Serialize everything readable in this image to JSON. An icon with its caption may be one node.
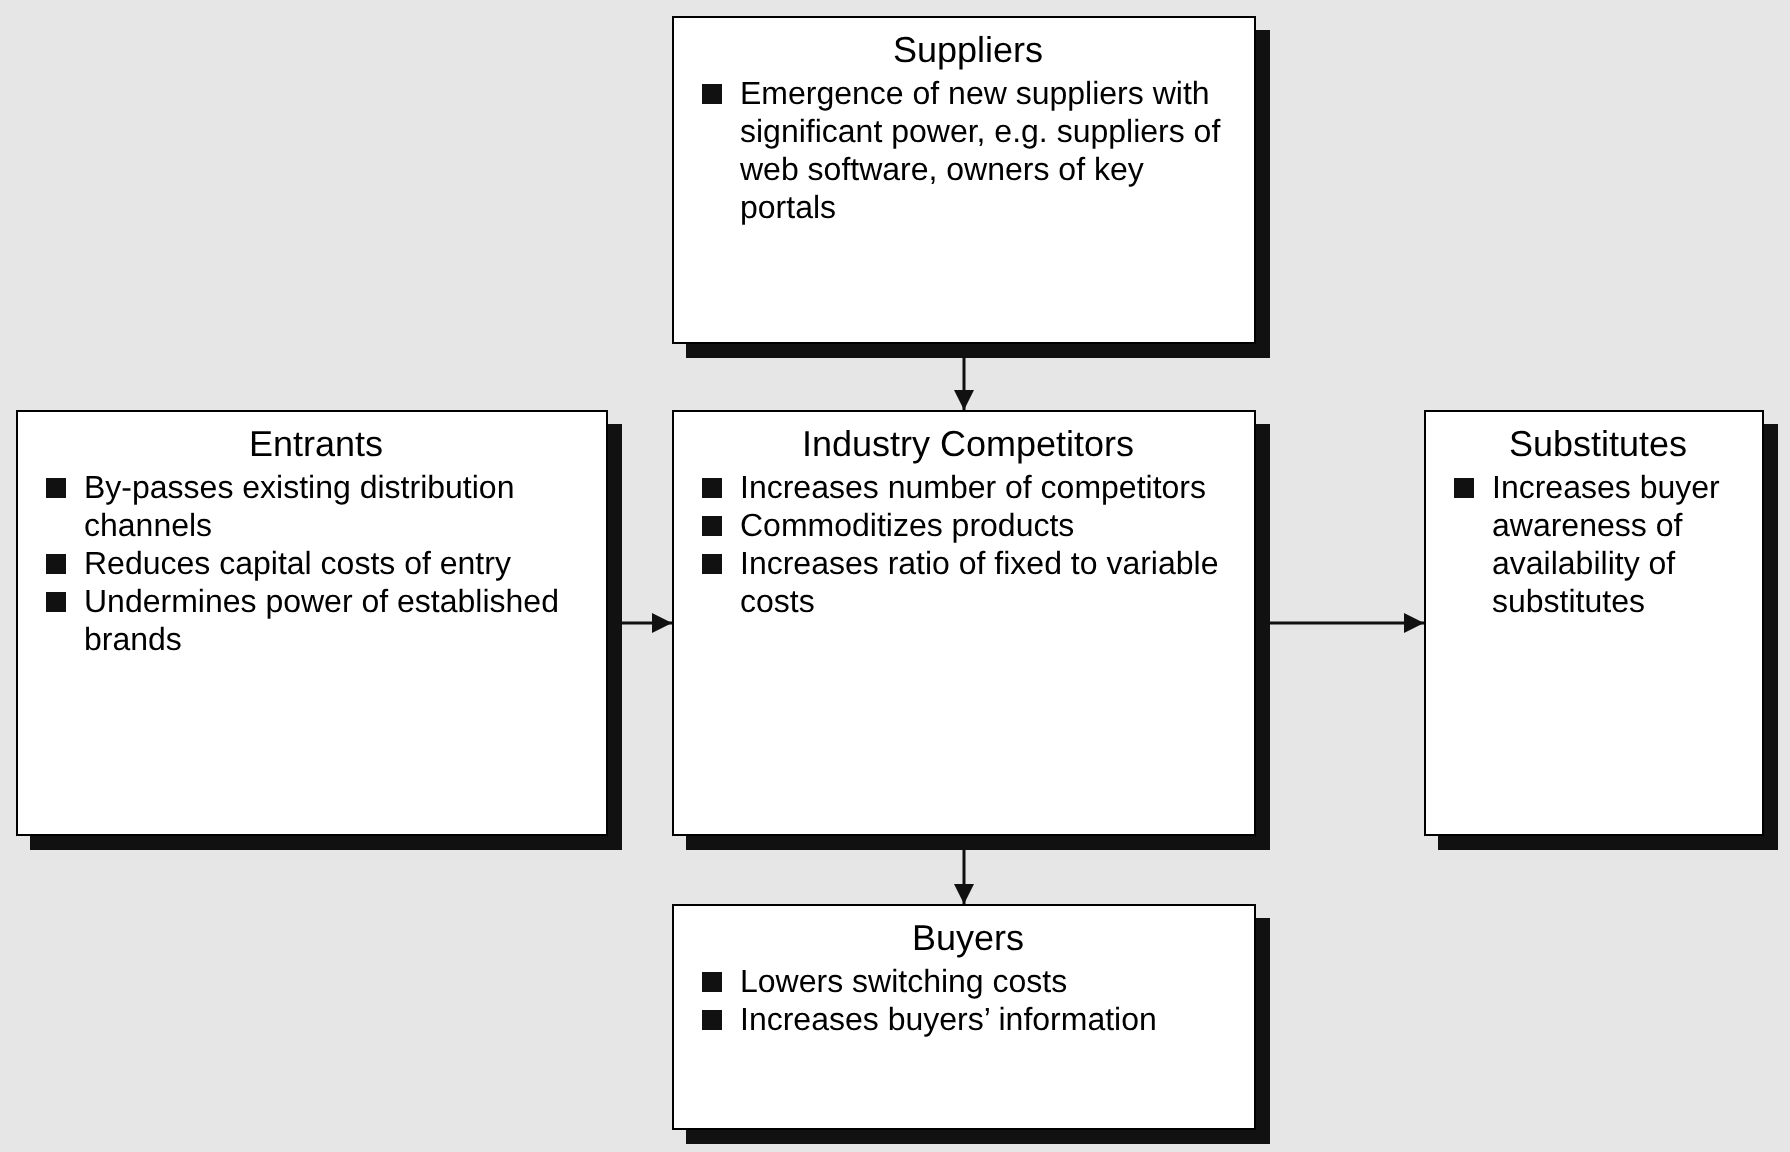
{
  "diagram": {
    "nodes": [
      {
        "text": [
          "Suppliers",
          "Emergence of new suppliers with significant power, e.g. suppliers of web software, owners of key portals"
        ]
      },
      {
        "text": [
          "Entrants",
          "By-passes existing distribution channels",
          "Reduces capital costs of entry",
          "Undermines power of established brands"
        ]
      },
      {
        "text": [
          "Industry Competitors",
          "Increases number of competitors",
          "Commoditizes products",
          "Increases ratio of fixed to variable costs"
        ]
      },
      {
        "text": [
          "Substitutes",
          "Increases buyer awareness of availability of substitutes"
        ]
      },
      {
        "text": [
          "Buyers",
          "Lowers switching costs",
          "Increases buyers’ information"
        ]
      }
    ],
    "edges": [
      {
        "from": 0,
        "to": 2,
        "arrow": "to"
      },
      {
        "from": 1,
        "to": 2,
        "arrow": "to"
      },
      {
        "from": 2,
        "to": 3,
        "arrow": "to"
      },
      {
        "from": 2,
        "to": 4,
        "arrow": "to"
      }
    ]
  }
}
